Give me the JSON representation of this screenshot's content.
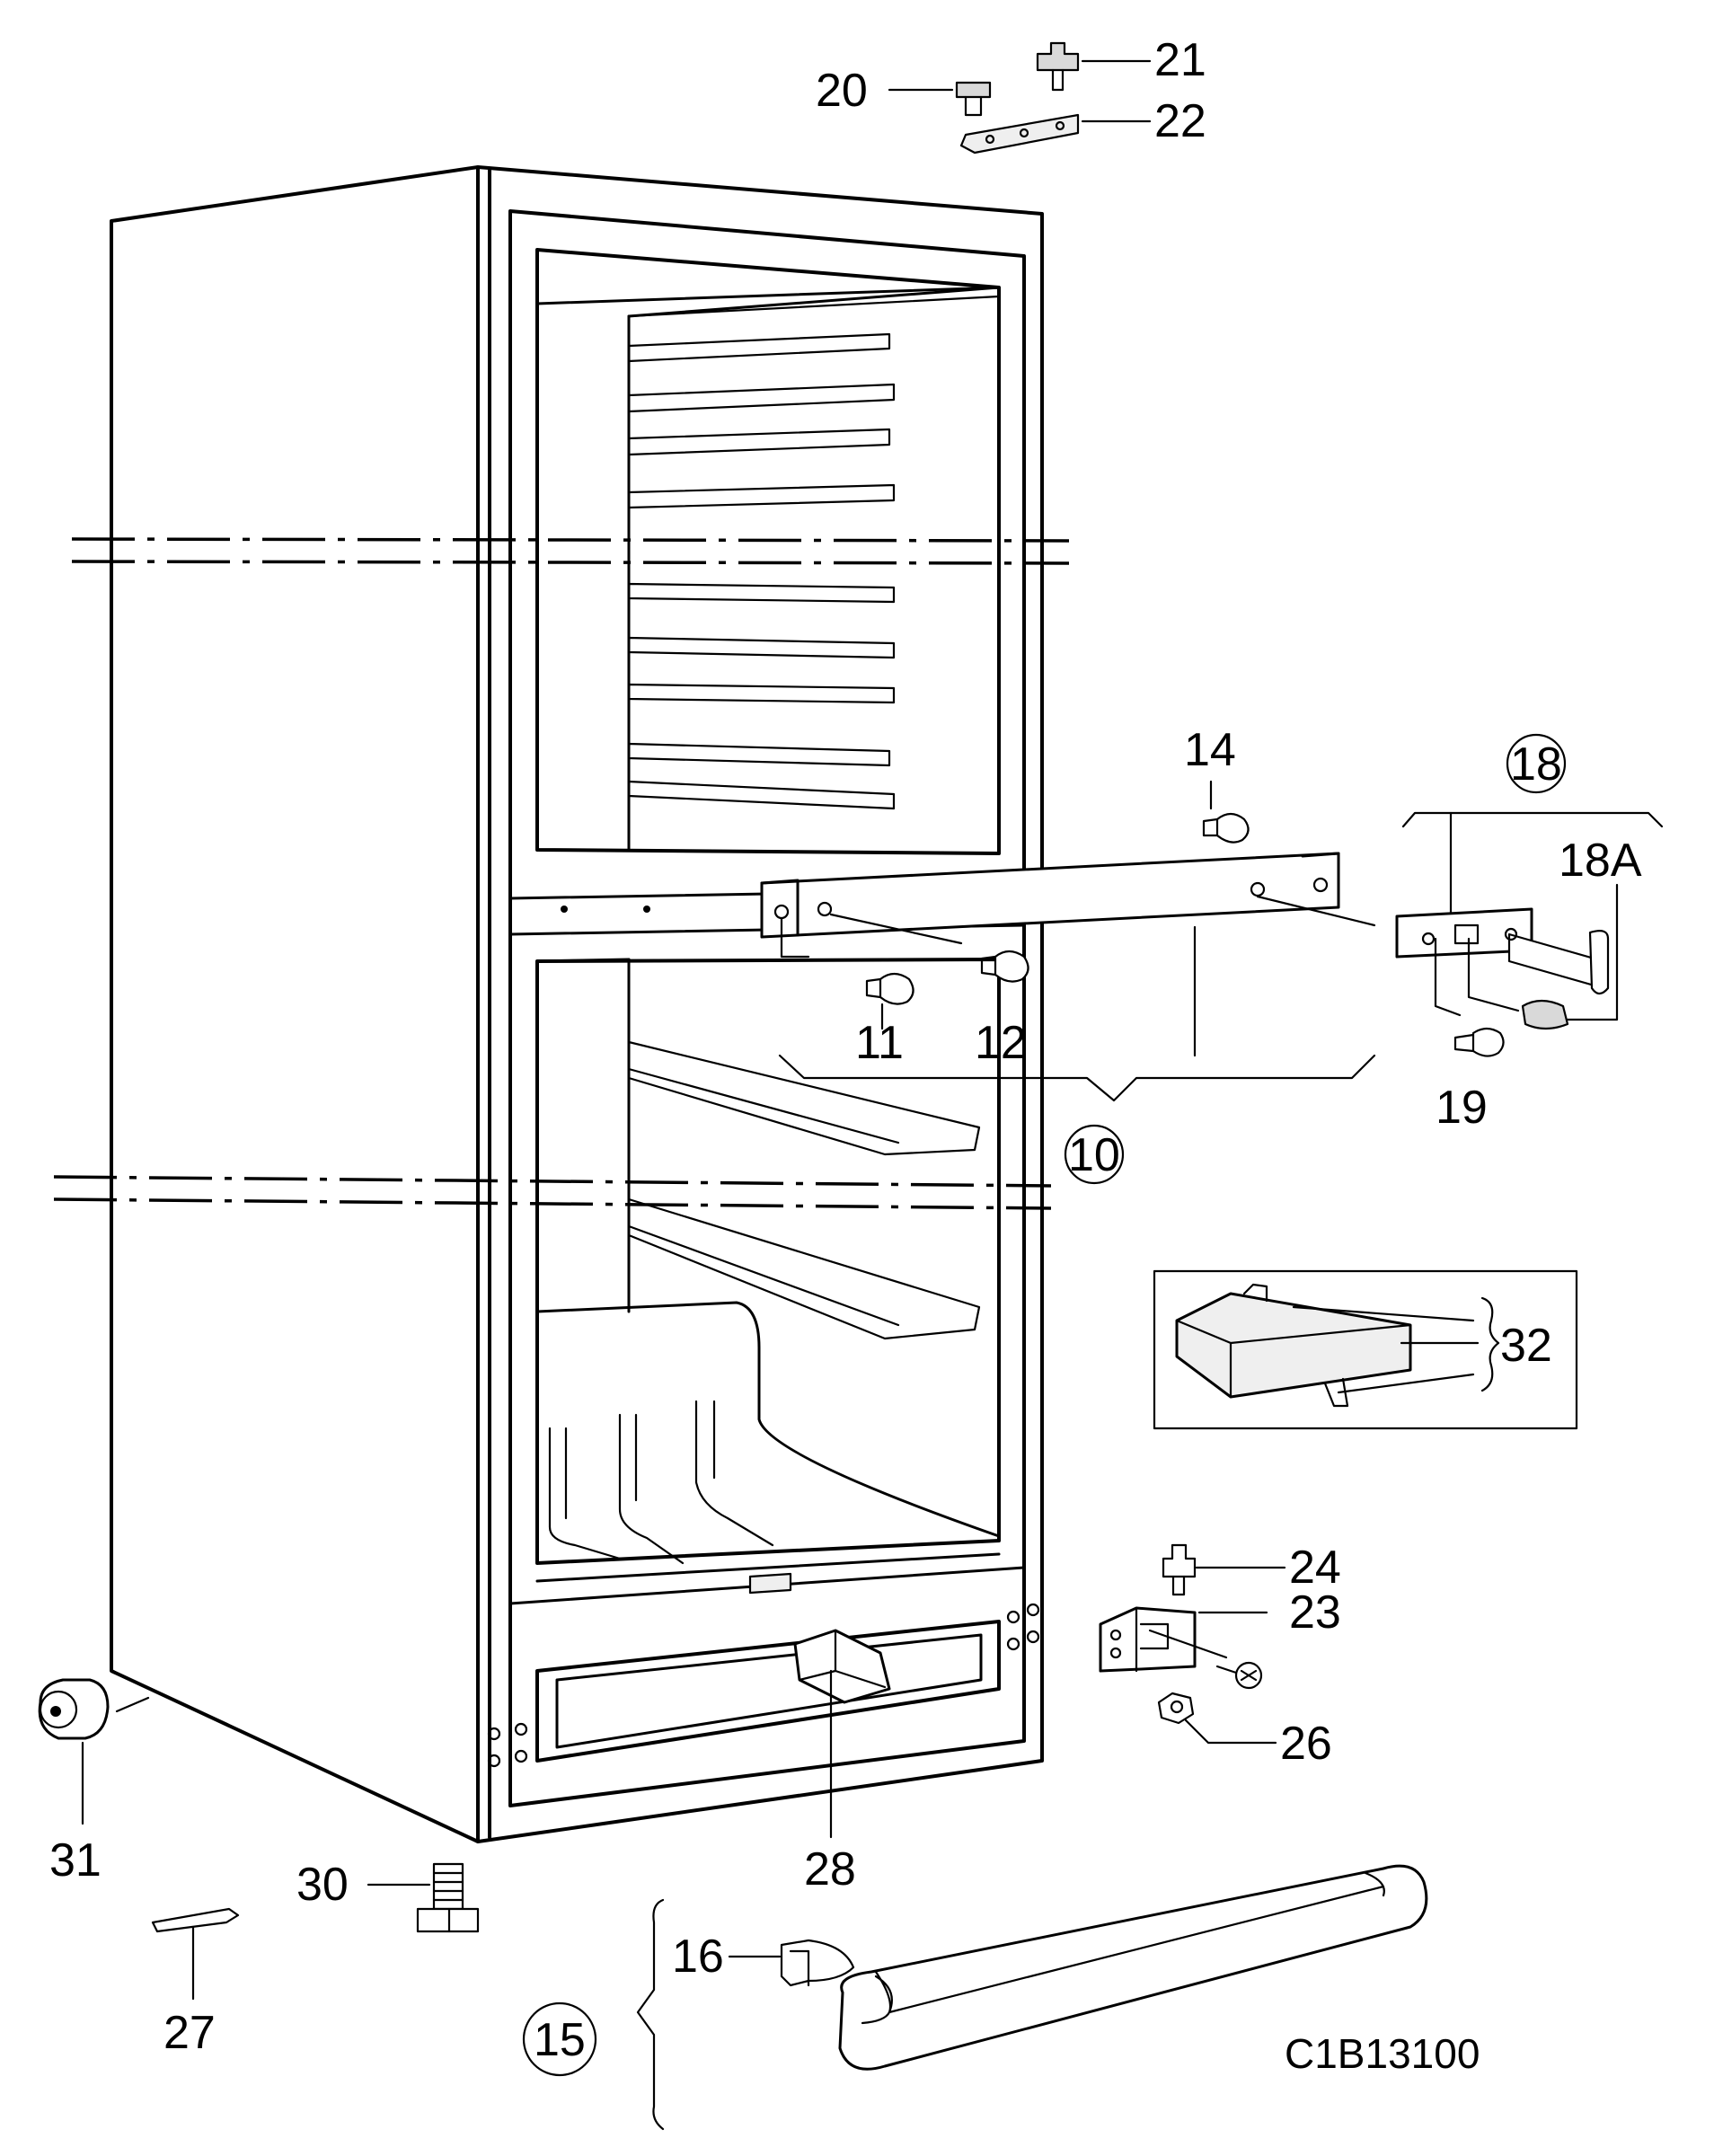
{
  "diagram_code": "C1B13100",
  "callouts": {
    "c10": "10",
    "c11": "11",
    "c12": "12",
    "c14": "14",
    "c15": "15",
    "c16": "16",
    "c18": "18",
    "c18a": "18A",
    "c19": "19",
    "c20": "20",
    "c21": "21",
    "c22": "22",
    "c23": "23",
    "c24": "24",
    "c26": "26",
    "c27": "27",
    "c28": "28",
    "c30": "30",
    "c31": "31",
    "c32": "32"
  }
}
